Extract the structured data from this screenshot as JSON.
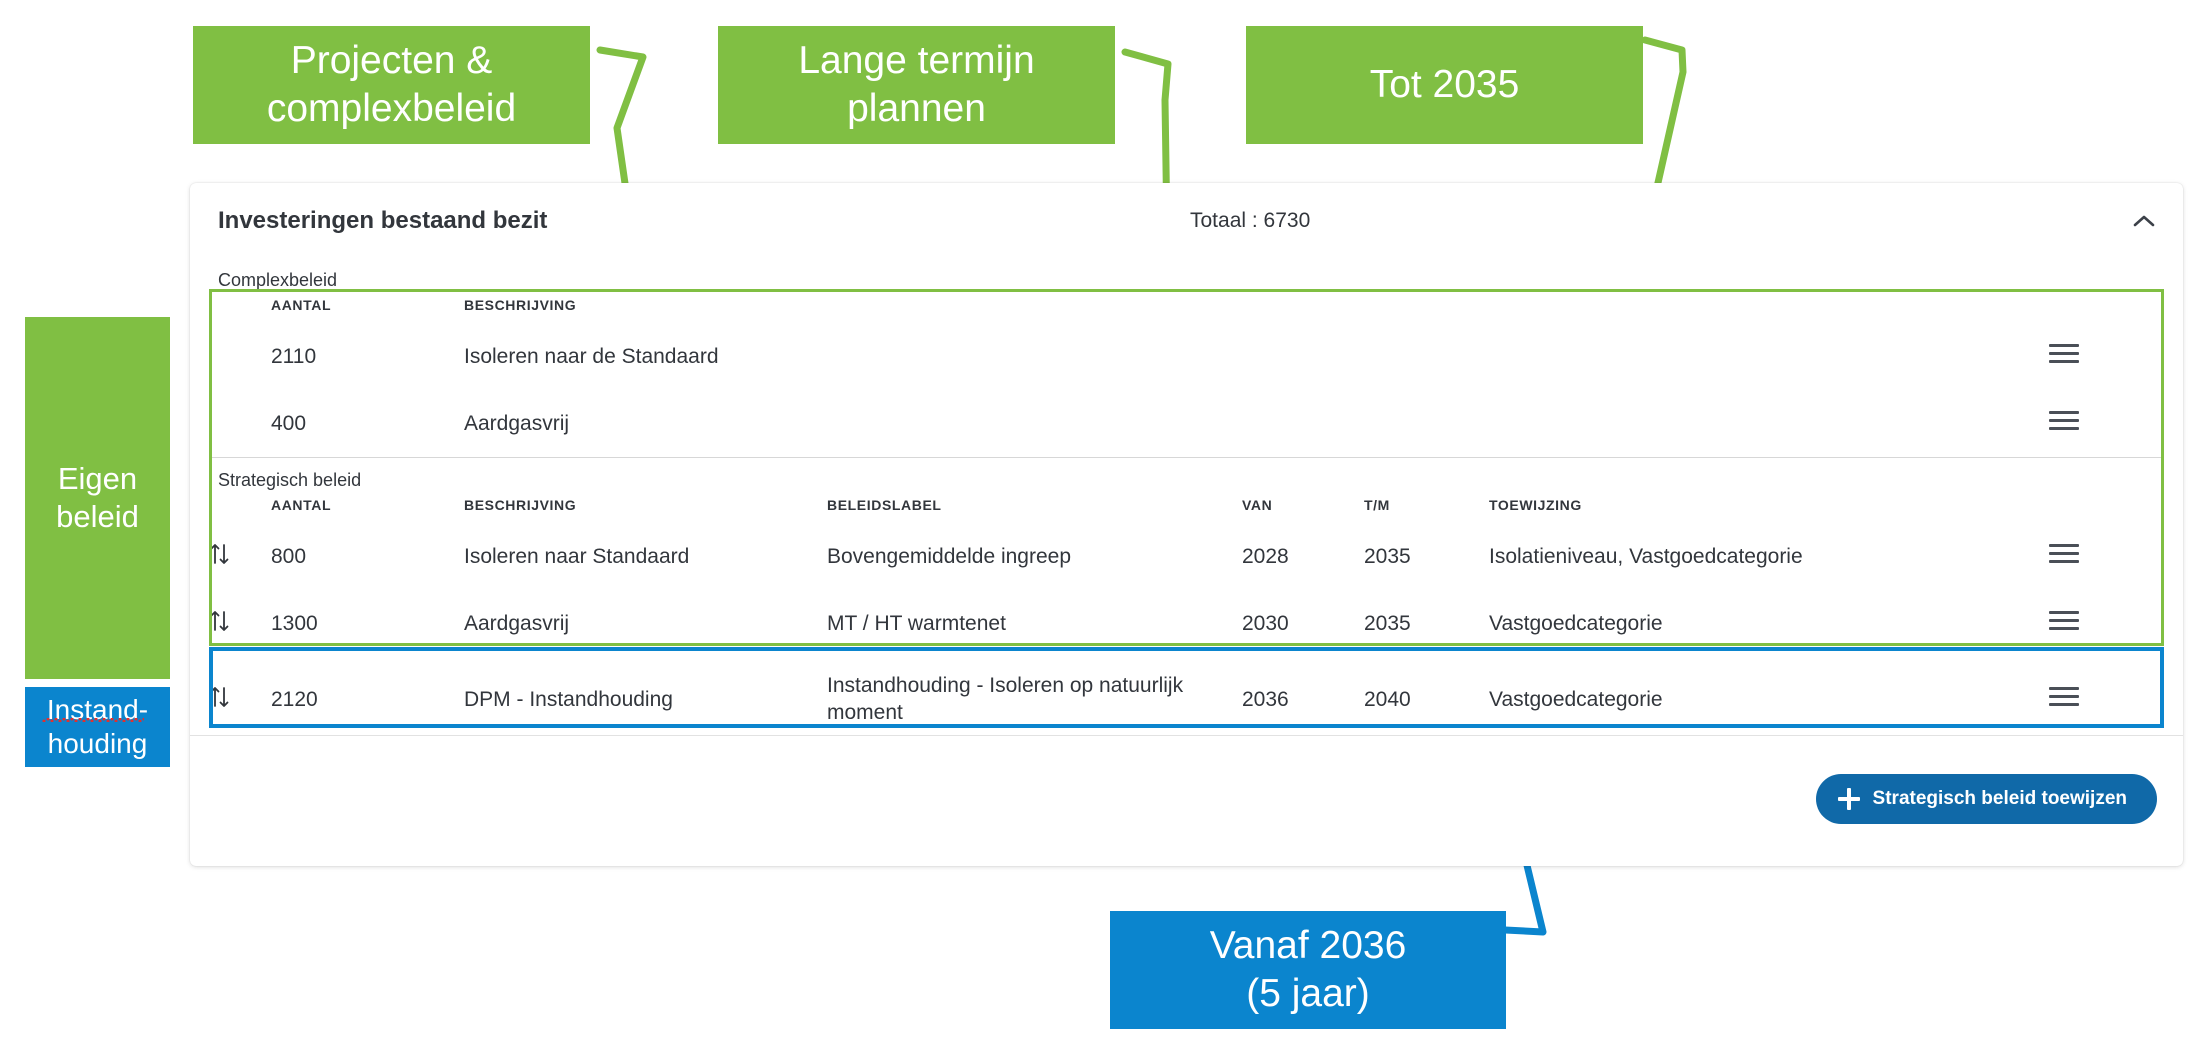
{
  "colors": {
    "green": "#80bf43",
    "blue": "#0b85ce",
    "button_blue": "#1069a8",
    "text": "#32363c"
  },
  "annotations": {
    "projecten": "Projecten &\ncomplexbeleid",
    "lange_termijn": "Lange termijn\nplannen",
    "tot_2035": "Tot 2035",
    "eigen_beleid": "Eigen\nbeleid",
    "instandhouding": "Instand-\nhouding",
    "vanaf_2036": "Vanaf 2036\n(5 jaar)"
  },
  "card": {
    "title": "Investeringen bestaand bezit",
    "total": "Totaal : 6730",
    "collapse_icon": "chevron-up-icon",
    "sections": {
      "complexbeleid": {
        "label": "Complexbeleid",
        "columns": [
          "AANTAL",
          "BESCHRIJVING"
        ],
        "rows": [
          {
            "aantal": "2110",
            "beschrijving": "Isoleren naar de Standaard"
          },
          {
            "aantal": "400",
            "beschrijving": "Aardgasvrij"
          }
        ]
      },
      "strategisch": {
        "label": "Strategisch beleid",
        "columns": [
          "AANTAL",
          "BESCHRIJVING",
          "BELEIDSLABEL",
          "VAN",
          "T/M",
          "TOEWIJZING"
        ],
        "rows": [
          {
            "aantal": "800",
            "beschrijving": "Isoleren naar Standaard",
            "beleidslabel": "Bovengemiddelde ingreep",
            "van": "2028",
            "tm": "2035",
            "toewijzing": "Isolatieniveau, Vastgoedcategorie"
          },
          {
            "aantal": "1300",
            "beschrijving": "Aardgasvrij",
            "beleidslabel": "MT / HT warmtenet",
            "van": "2030",
            "tm": "2035",
            "toewijzing": "Vastgoedcategorie"
          },
          {
            "aantal": "2120",
            "beschrijving": "DPM - Instandhouding",
            "beleidslabel": "Instandhouding - Isoleren op natuurlijk moment",
            "van": "2036",
            "tm": "2040",
            "toewijzing": "Vastgoedcategorie"
          }
        ]
      }
    },
    "footer": {
      "assign_button": "Strategisch beleid toewijzen",
      "assign_button_icon": "plus-icon"
    }
  }
}
